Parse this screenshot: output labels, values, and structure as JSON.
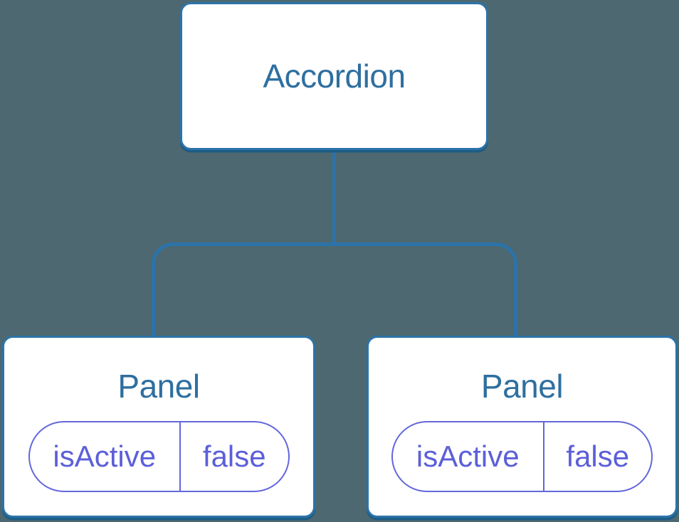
{
  "diagram": {
    "description": "Component tree diagram",
    "background_color": "#4D6870",
    "colors": {
      "connector_line": "#2C73A9",
      "node_border": "#2C73A9",
      "node_background": "#FFFFFF",
      "node_label_text": "#2E6F9F",
      "prop_pill_border": "#6367DB",
      "prop_pill_text": "#5C5FD8"
    },
    "tree": {
      "root": {
        "label": "Accordion"
      },
      "children": [
        {
          "label": "Panel",
          "props": [
            {
              "name": "isActive",
              "value": "false"
            }
          ]
        },
        {
          "label": "Panel",
          "props": [
            {
              "name": "isActive",
              "value": "false"
            }
          ]
        }
      ]
    }
  }
}
